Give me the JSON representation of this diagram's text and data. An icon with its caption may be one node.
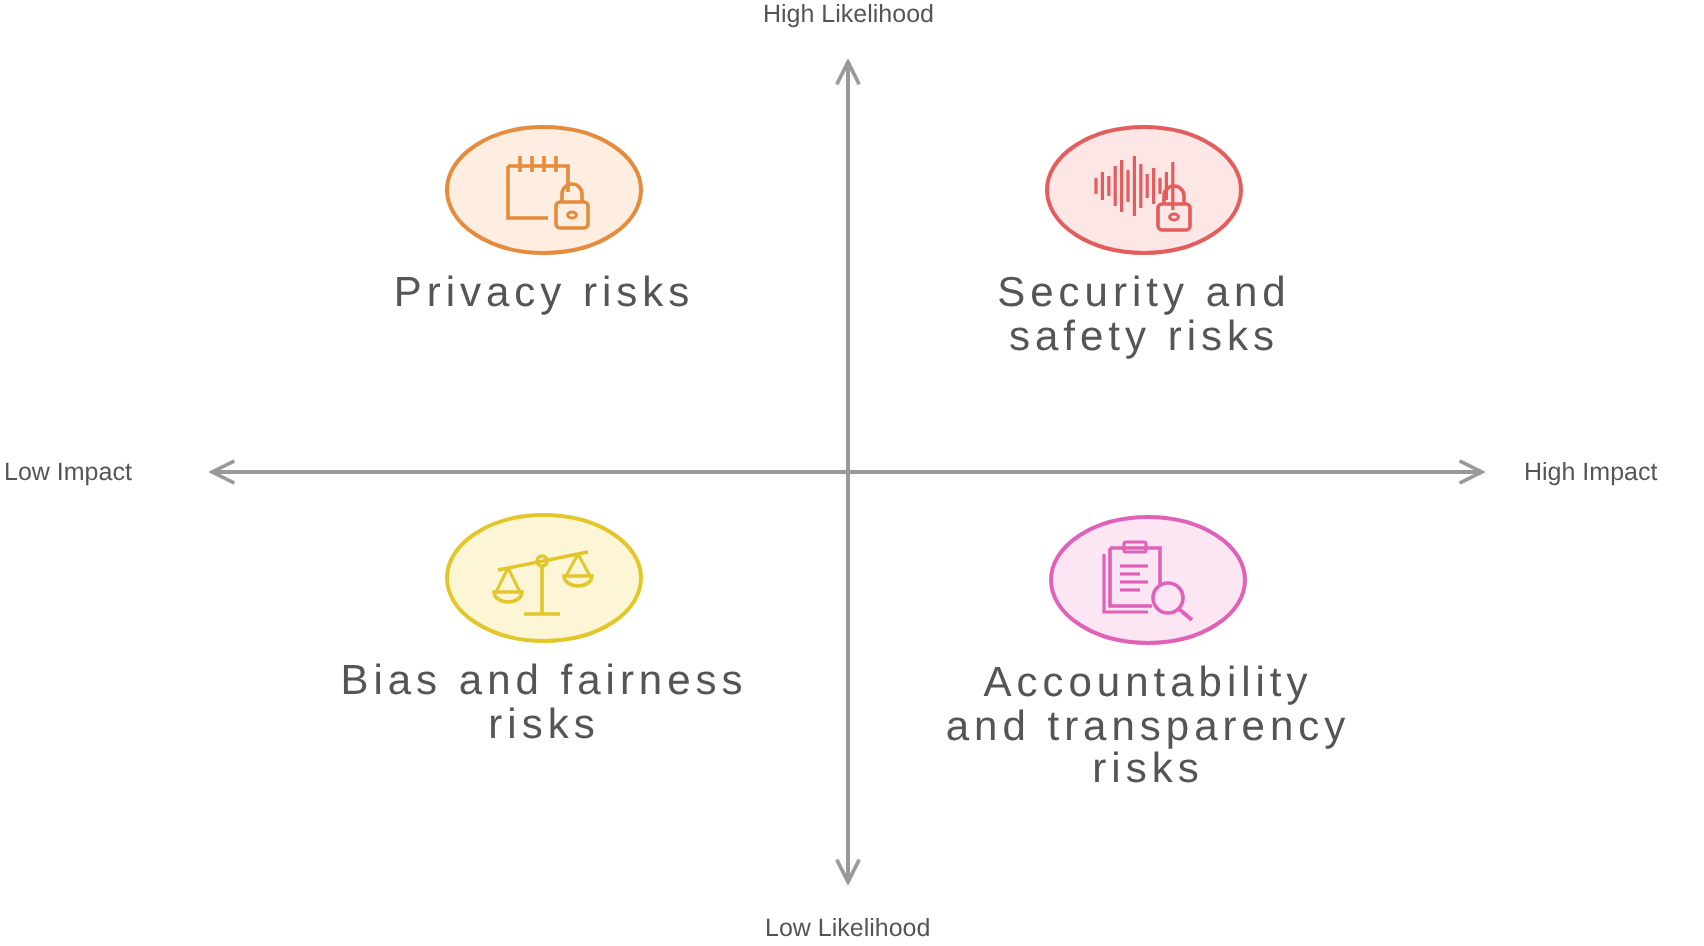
{
  "diagram": {
    "nodes": [
      {
        "text": [
          "Privacy risks"
        ]
      },
      {
        "text": [
          "Security and safety risks"
        ]
      },
      {
        "text": [
          "Bias and fairness risks"
        ]
      },
      {
        "text": [
          "Accountability and transparency risks"
        ]
      }
    ],
    "labels": [
      "High Likelihood",
      "Low Impact",
      "High Impact",
      "Low Likelihood"
    ]
  }
}
